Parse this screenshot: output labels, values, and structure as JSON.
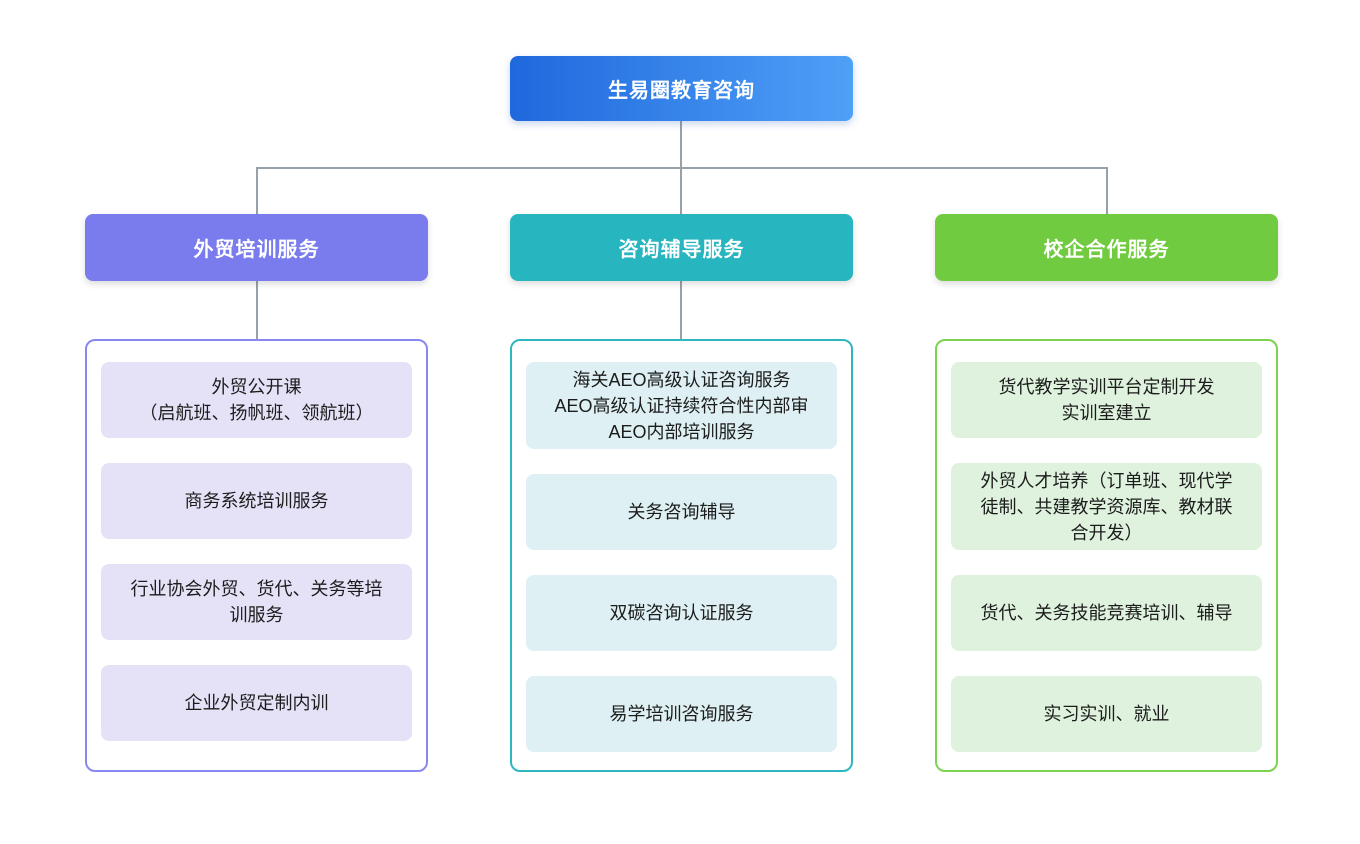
{
  "colors": {
    "root_gradient_start": "#1f68dd",
    "root_gradient_end": "#4fa0f7",
    "connector": "#98a0a8",
    "branch0_header": "#7a7ced",
    "branch0_panel_border": "#8a88f0",
    "branch0_item_bg": "#e5e2f8",
    "branch1_header": "#27b5bf",
    "branch1_panel_border": "#2fb7c1",
    "branch1_item_bg": "#def0f3",
    "branch2_header": "#70cb40",
    "branch2_panel_border": "#7cd350",
    "branch2_item_bg": "#def2de",
    "item_text": "#1c1c1c"
  },
  "root": {
    "label": "生易圈教育咨询"
  },
  "branches": [
    {
      "label": "外贸培训服务",
      "items": [
        "外贸公开课\n（启航班、扬帆班、领航班）",
        "商务系统培训服务",
        "行业协会外贸、货代、关务等培训服务",
        "企业外贸定制内训"
      ]
    },
    {
      "label": "咨询辅导服务",
      "items": [
        "海关AEO高级认证咨询服务\nAEO高级认证持续符合性内部审\nAEO内部培训服务",
        "关务咨询辅导",
        "双碳咨询认证服务",
        "易学培训咨询服务"
      ]
    },
    {
      "label": "校企合作服务",
      "items": [
        "货代教学实训平台定制开发\n实训室建立",
        "外贸人才培养（订单班、现代学徒制、共建教学资源库、教材联合开发）",
        "货代、关务技能竞赛培训、辅导",
        "实习实训、就业"
      ]
    }
  ]
}
